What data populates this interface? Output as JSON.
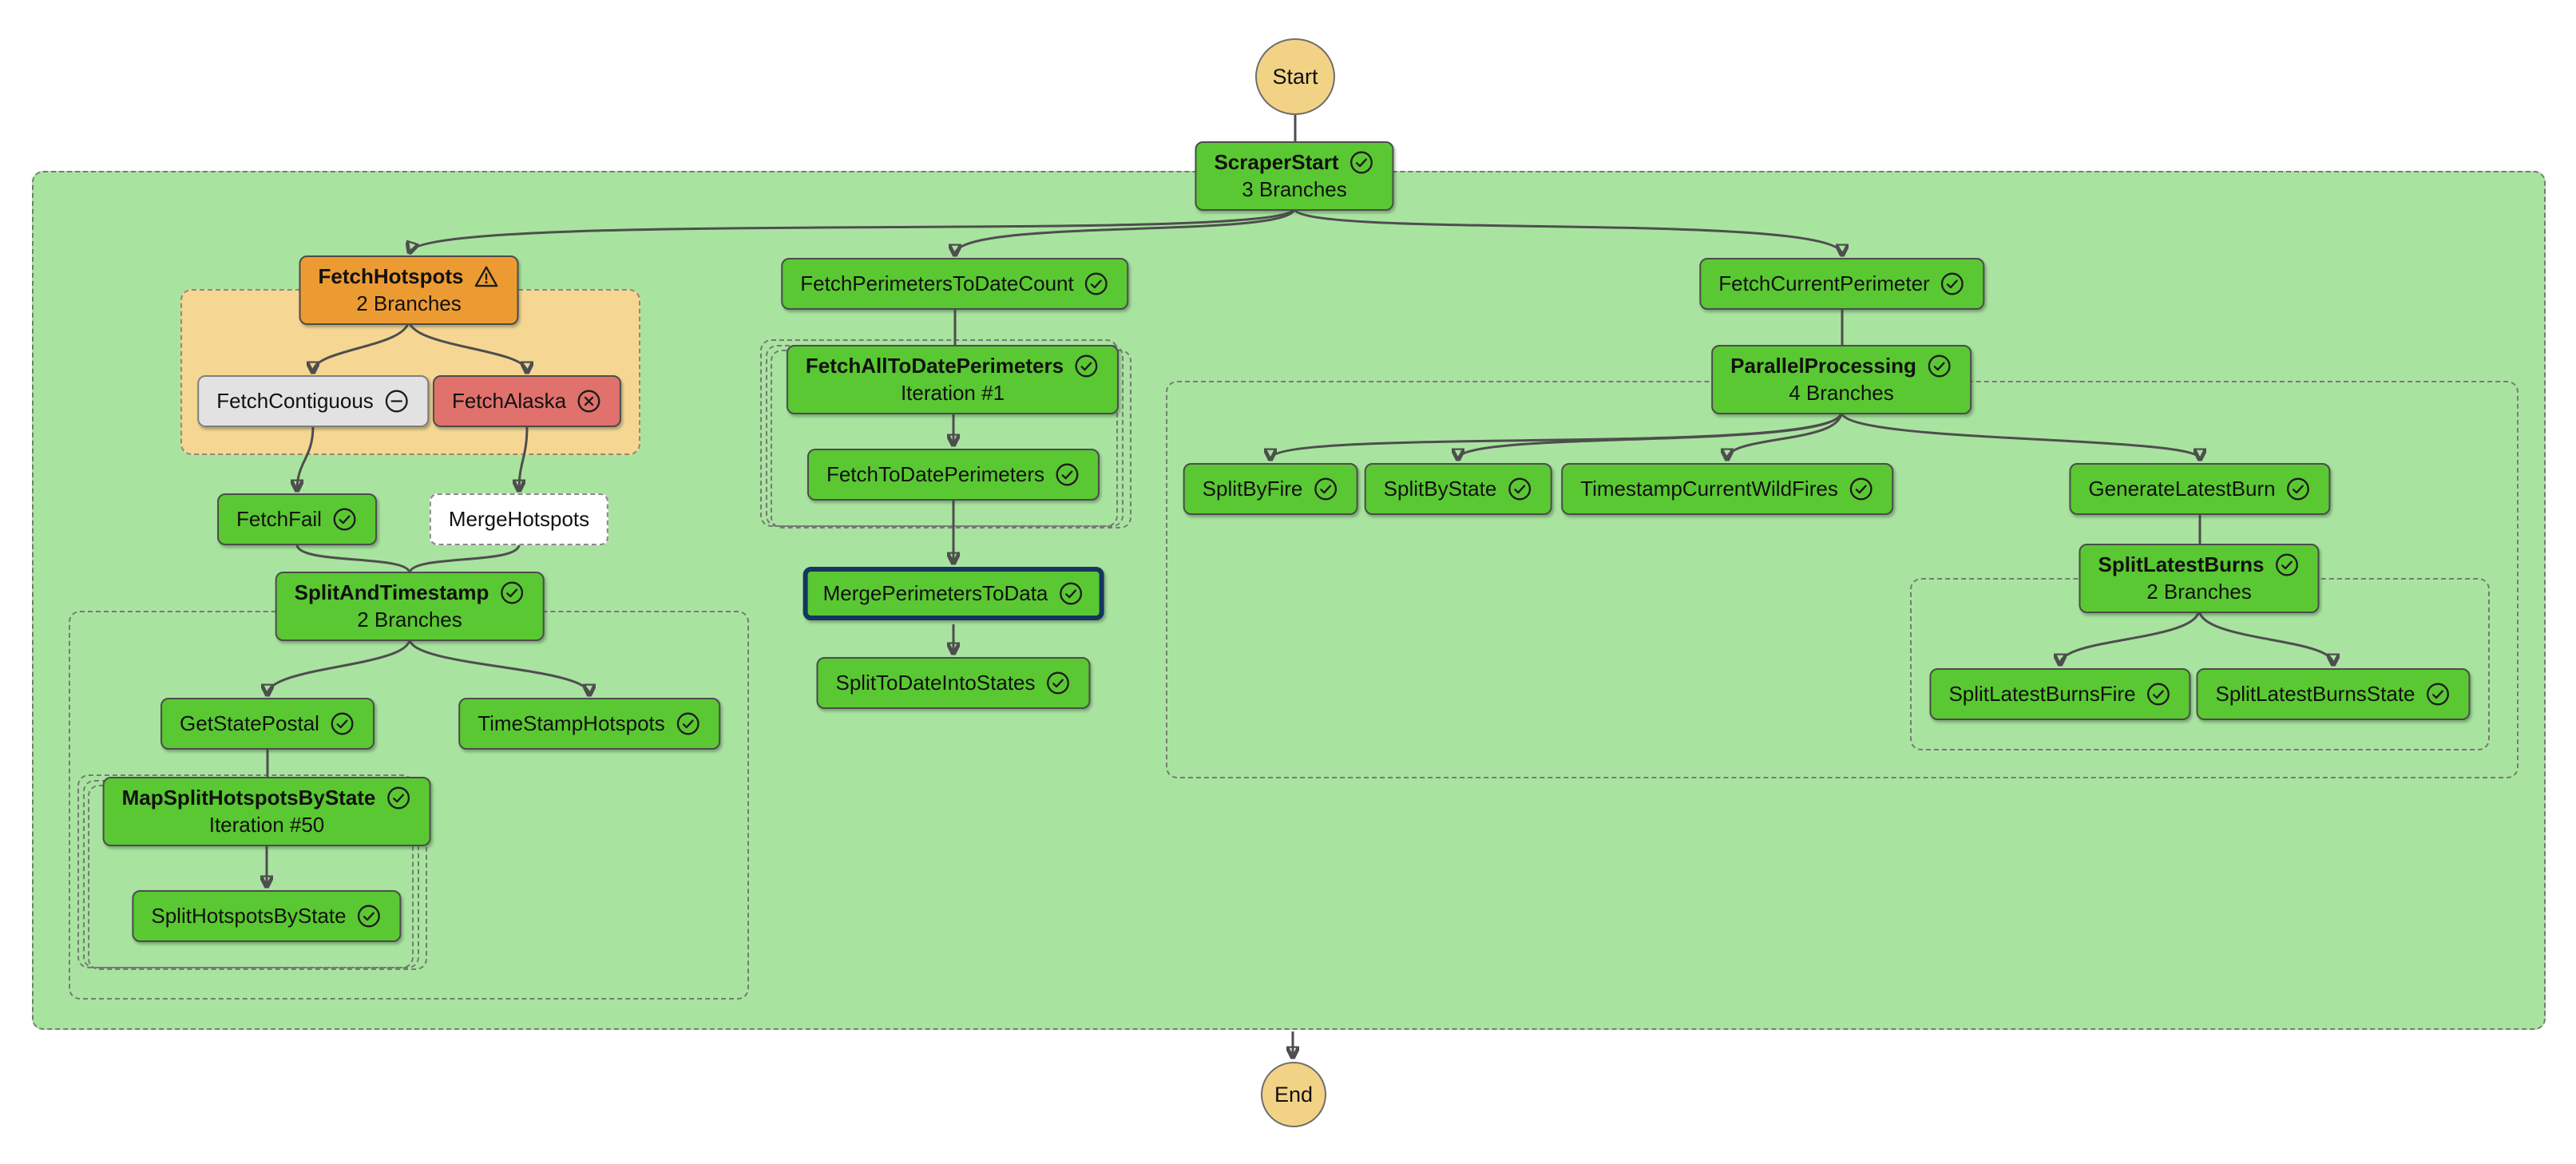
{
  "diagram": {
    "start_label": "Start",
    "end_label": "End",
    "nodes": [
      {
        "label": "ScraperStart",
        "subtitle": "3 Branches",
        "status": "succeeded",
        "icon": "check-circle"
      },
      {
        "label": "FetchHotspots",
        "subtitle": "2 Branches",
        "status": "warning",
        "icon": "warning-triangle"
      },
      {
        "label": "FetchContiguous",
        "subtitle": "",
        "status": "cancelled",
        "icon": "minus-circle"
      },
      {
        "label": "FetchAlaska",
        "subtitle": "",
        "status": "failed",
        "icon": "x-circle"
      },
      {
        "label": "FetchFail",
        "subtitle": "",
        "status": "succeeded",
        "icon": "check-circle"
      },
      {
        "label": "MergeHotspots",
        "subtitle": "",
        "status": "not-executed",
        "icon": "none"
      },
      {
        "label": "SplitAndTimestamp",
        "subtitle": "2 Branches",
        "status": "succeeded",
        "icon": "check-circle"
      },
      {
        "label": "GetStatePostal",
        "subtitle": "",
        "status": "succeeded",
        "icon": "check-circle"
      },
      {
        "label": "TimeStampHotspots",
        "subtitle": "",
        "status": "succeeded",
        "icon": "check-circle"
      },
      {
        "label": "MapSplitHotspotsByState",
        "subtitle": "Iteration #50",
        "status": "succeeded",
        "icon": "check-circle"
      },
      {
        "label": "SplitHotspotsByState",
        "subtitle": "",
        "status": "succeeded",
        "icon": "check-circle"
      },
      {
        "label": "FetchPerimetersToDateCount",
        "subtitle": "",
        "status": "succeeded",
        "icon": "check-circle"
      },
      {
        "label": "FetchAllToDatePerimeters",
        "subtitle": "Iteration #1",
        "status": "succeeded",
        "icon": "check-circle"
      },
      {
        "label": "FetchToDatePerimeters",
        "subtitle": "",
        "status": "succeeded",
        "icon": "check-circle"
      },
      {
        "label": "MergePerimetersToData",
        "subtitle": "",
        "status": "succeeded",
        "icon": "check-circle",
        "selected": true
      },
      {
        "label": "SplitToDateIntoStates",
        "subtitle": "",
        "status": "succeeded",
        "icon": "check-circle"
      },
      {
        "label": "FetchCurrentPerimeter",
        "subtitle": "",
        "status": "succeeded",
        "icon": "check-circle"
      },
      {
        "label": "ParallelProcessing",
        "subtitle": "4 Branches",
        "status": "succeeded",
        "icon": "check-circle"
      },
      {
        "label": "SplitByFire",
        "subtitle": "",
        "status": "succeeded",
        "icon": "check-circle"
      },
      {
        "label": "SplitByState",
        "subtitle": "",
        "status": "succeeded",
        "icon": "check-circle"
      },
      {
        "label": "TimestampCurrentWildFires",
        "subtitle": "",
        "status": "succeeded",
        "icon": "check-circle"
      },
      {
        "label": "GenerateLatestBurn",
        "subtitle": "",
        "status": "succeeded",
        "icon": "check-circle"
      },
      {
        "label": "SplitLatestBurns",
        "subtitle": "2 Branches",
        "status": "succeeded",
        "icon": "check-circle"
      },
      {
        "label": "SplitLatestBurnsFire",
        "subtitle": "",
        "status": "succeeded",
        "icon": "check-circle"
      },
      {
        "label": "SplitLatestBurnsState",
        "subtitle": "",
        "status": "succeeded",
        "icon": "check-circle"
      }
    ],
    "colors": {
      "node_succeeded": "#5AC832",
      "container_green": "#A9E3A0",
      "node_warning": "#EC9B33",
      "container_warning": "#F5D693",
      "node_failed": "#E0716C",
      "node_cancelled": "#E2E2E2",
      "node_not_executed": "#FFFFFF",
      "selected_border": "#14365E",
      "terminal_fill": "#F2D385",
      "edge": "#4E4E4E"
    }
  }
}
